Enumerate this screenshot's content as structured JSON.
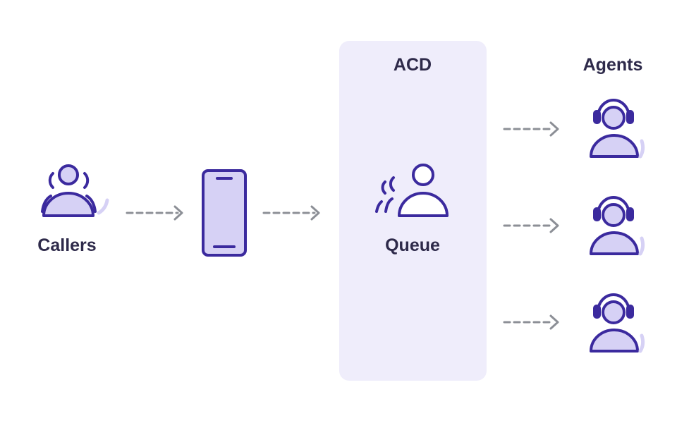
{
  "labels": {
    "callers": "Callers",
    "acd": "ACD",
    "queue": "Queue",
    "agents": "Agents"
  },
  "colors": {
    "stroke": "#3b2a9e",
    "fill": "#d6d1f5",
    "panel": "#efedfb",
    "arrow": "#8c8f96",
    "text": "#2e2a4a"
  },
  "icons": {
    "callers": "group-of-people-icon",
    "phone": "smartphone-icon",
    "queue": "queued-people-icon",
    "agent": "headset-agent-icon"
  },
  "agents_count": 3
}
